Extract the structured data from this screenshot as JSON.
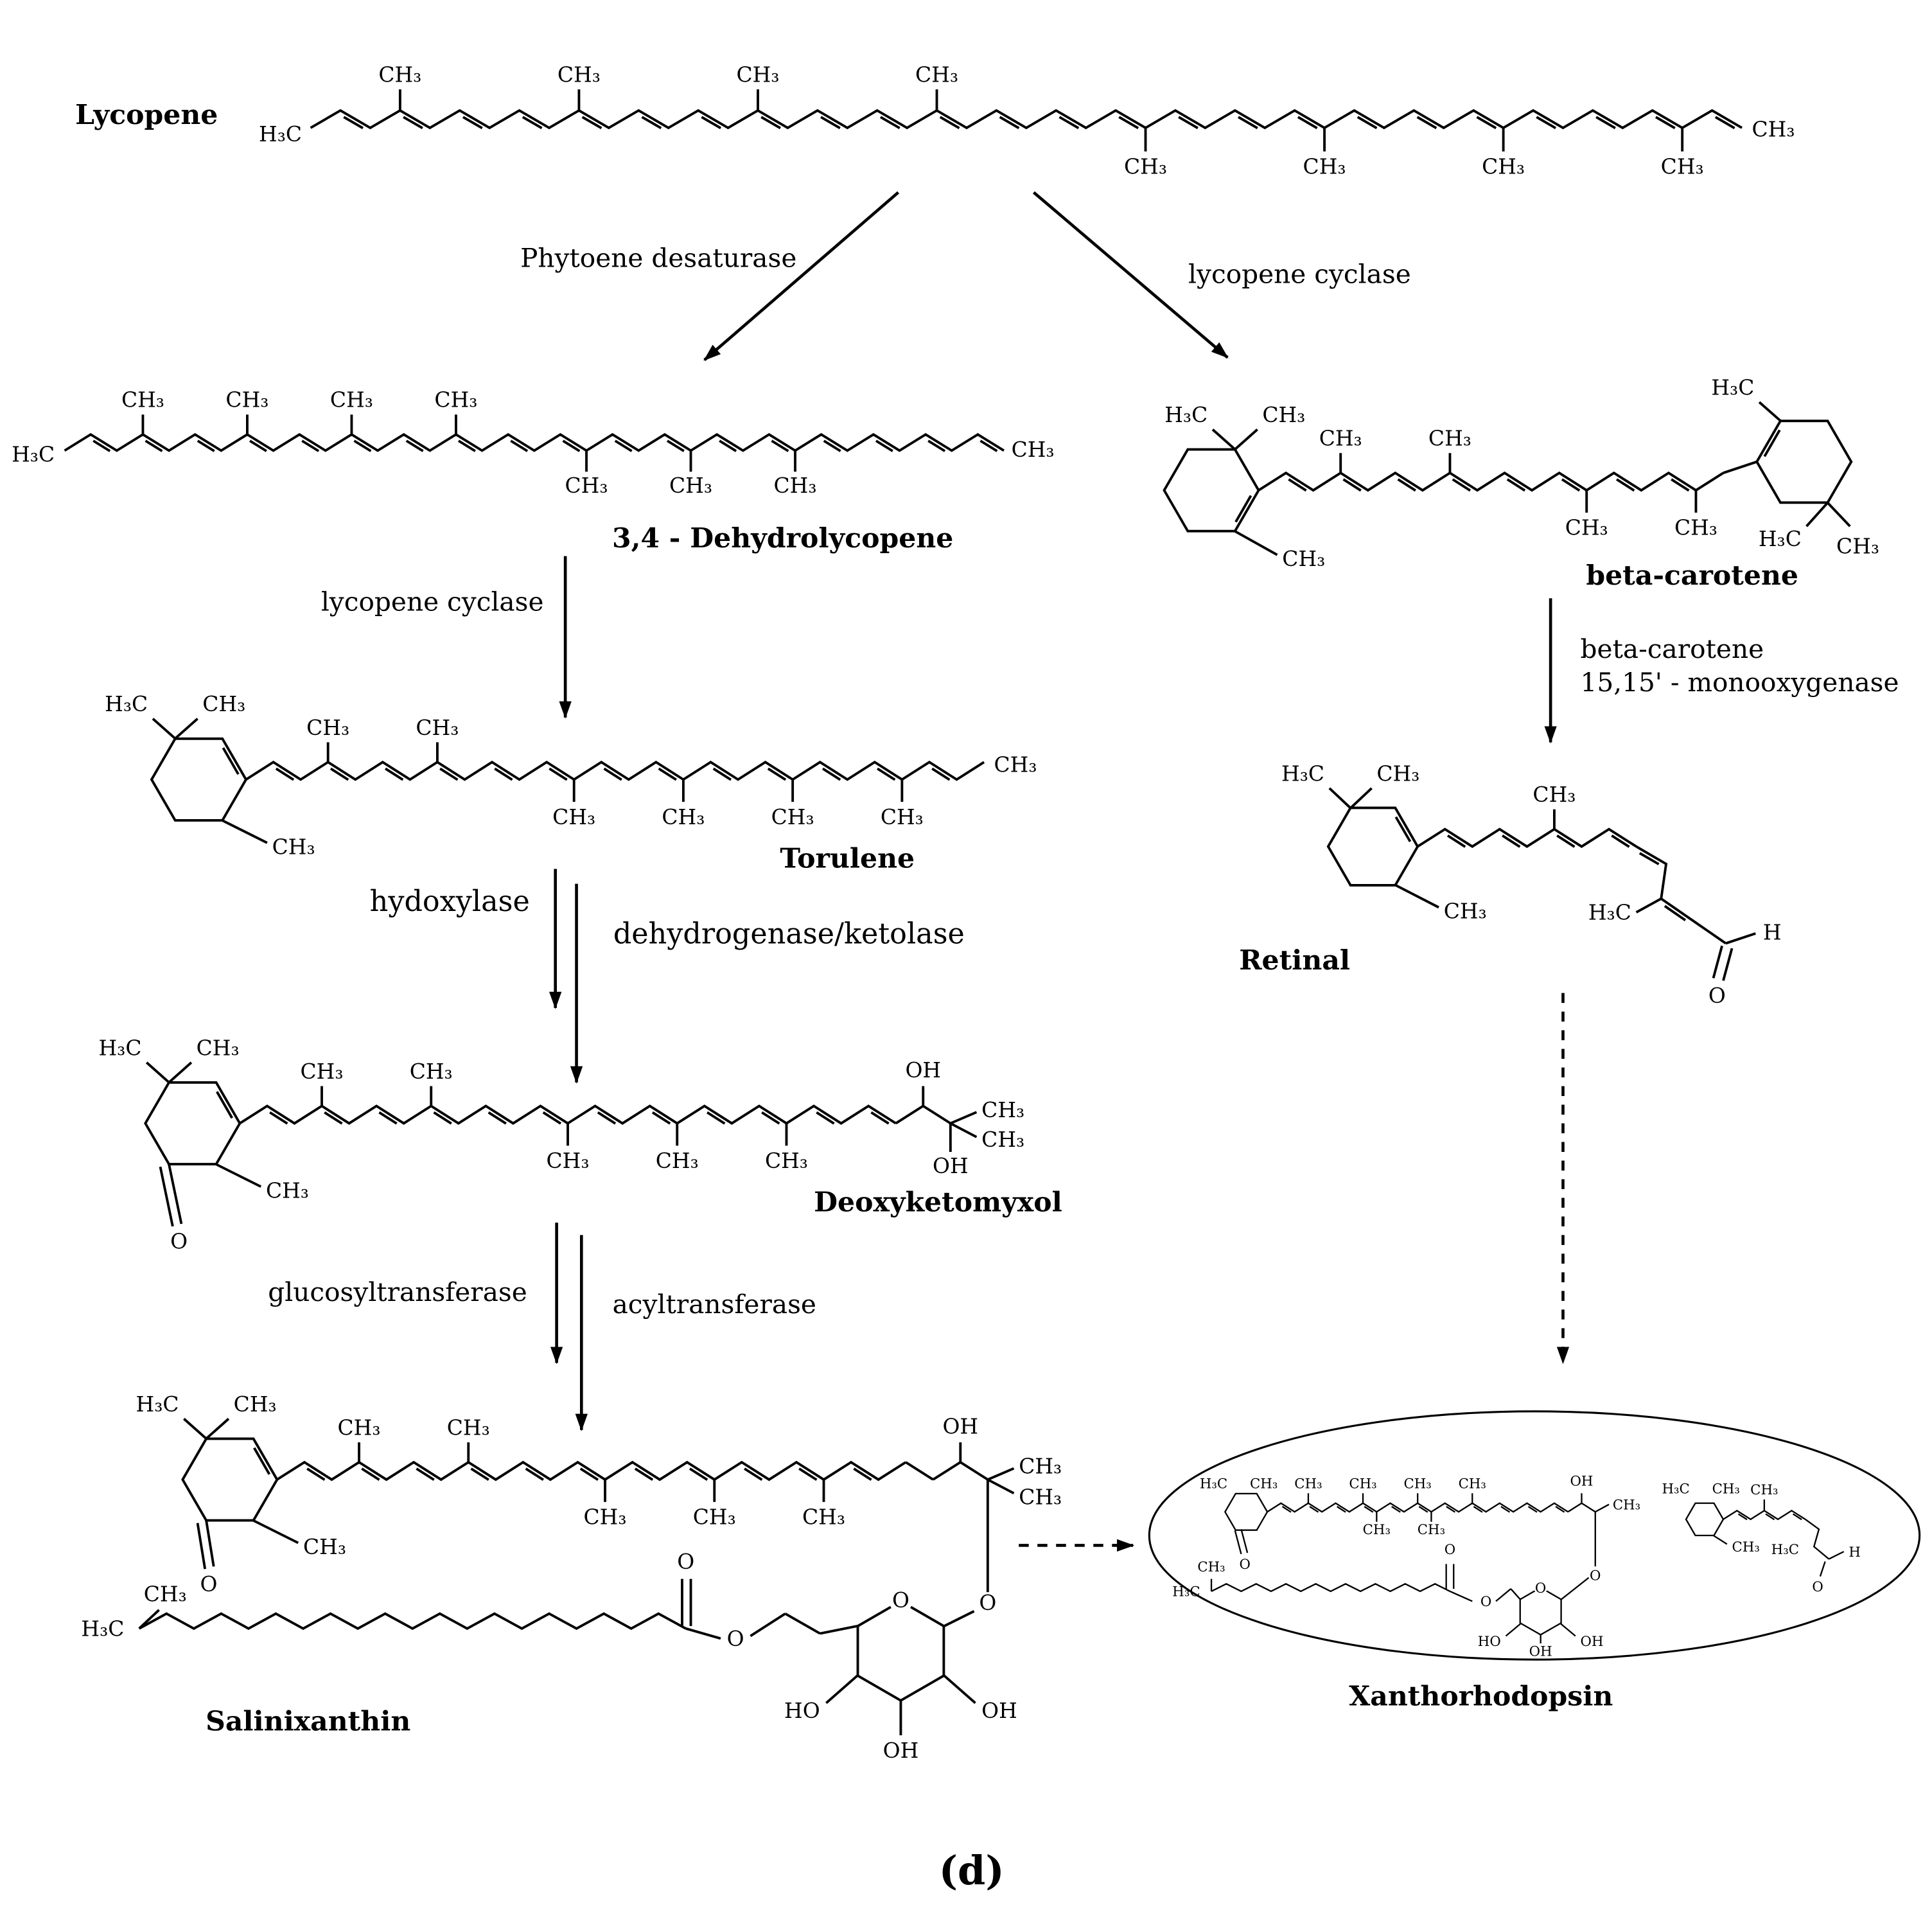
{
  "figure": {
    "panel_label": "(d)"
  },
  "colors": {
    "ink": "#000000",
    "background": "#ffffff"
  },
  "compounds": {
    "lycopene": "Lycopene",
    "dehydrolycopene": "3,4 - Dehydrolycopene",
    "beta_carotene": "beta-carotene",
    "torulene": "Torulene",
    "retinal": "Retinal",
    "deoxyketomyxol": "Deoxyketomyxol",
    "salinixanthin": "Salinixanthin",
    "xanthorhodopsin": "Xanthorhodopsin"
  },
  "enzymes": {
    "phytoene_desaturase": "Phytoene desaturase",
    "lycopene_cyclase": "lycopene cyclase",
    "lycopene_cyclase_2": "lycopene cyclase",
    "monooxygenase_line1": "beta-carotene",
    "monooxygenase_line2": "15,15' - monooxygenase",
    "hydoxylase": "hydoxylase",
    "dehydrogenase_ketolase": "dehydrogenase/ketolase",
    "glucosyltransferase": "glucosyltransferase",
    "acyltransferase": "acyltransferase"
  },
  "chem": {
    "ch3": "CH₃",
    "h3c": "H₃C",
    "oh": "OH",
    "ho": "HO",
    "o": "O",
    "h": "H"
  },
  "reactions": [
    {
      "from": "Lycopene",
      "to": "3,4 - Dehydrolycopene",
      "enzyme": "Phytoene desaturase",
      "style": "solid"
    },
    {
      "from": "Lycopene",
      "to": "beta-carotene",
      "enzyme": "lycopene cyclase",
      "style": "solid"
    },
    {
      "from": "3,4 - Dehydrolycopene",
      "to": "Torulene",
      "enzyme": "lycopene cyclase",
      "style": "solid"
    },
    {
      "from": "Torulene",
      "to": "Deoxyketomyxol",
      "enzyme": "hydoxylase, dehydrogenase/ketolase",
      "style": "solid-double"
    },
    {
      "from": "Deoxyketomyxol",
      "to": "Salinixanthin",
      "enzyme": "glucosyltransferase, acyltransferase",
      "style": "solid-double"
    },
    {
      "from": "beta-carotene",
      "to": "Retinal",
      "enzyme": "beta-carotene 15,15' - monooxygenase",
      "style": "solid"
    },
    {
      "from": "Retinal",
      "to": "Xanthorhodopsin",
      "enzyme": "",
      "style": "dashed"
    },
    {
      "from": "Salinixanthin",
      "to": "Xanthorhodopsin",
      "enzyme": "",
      "style": "dashed"
    }
  ]
}
